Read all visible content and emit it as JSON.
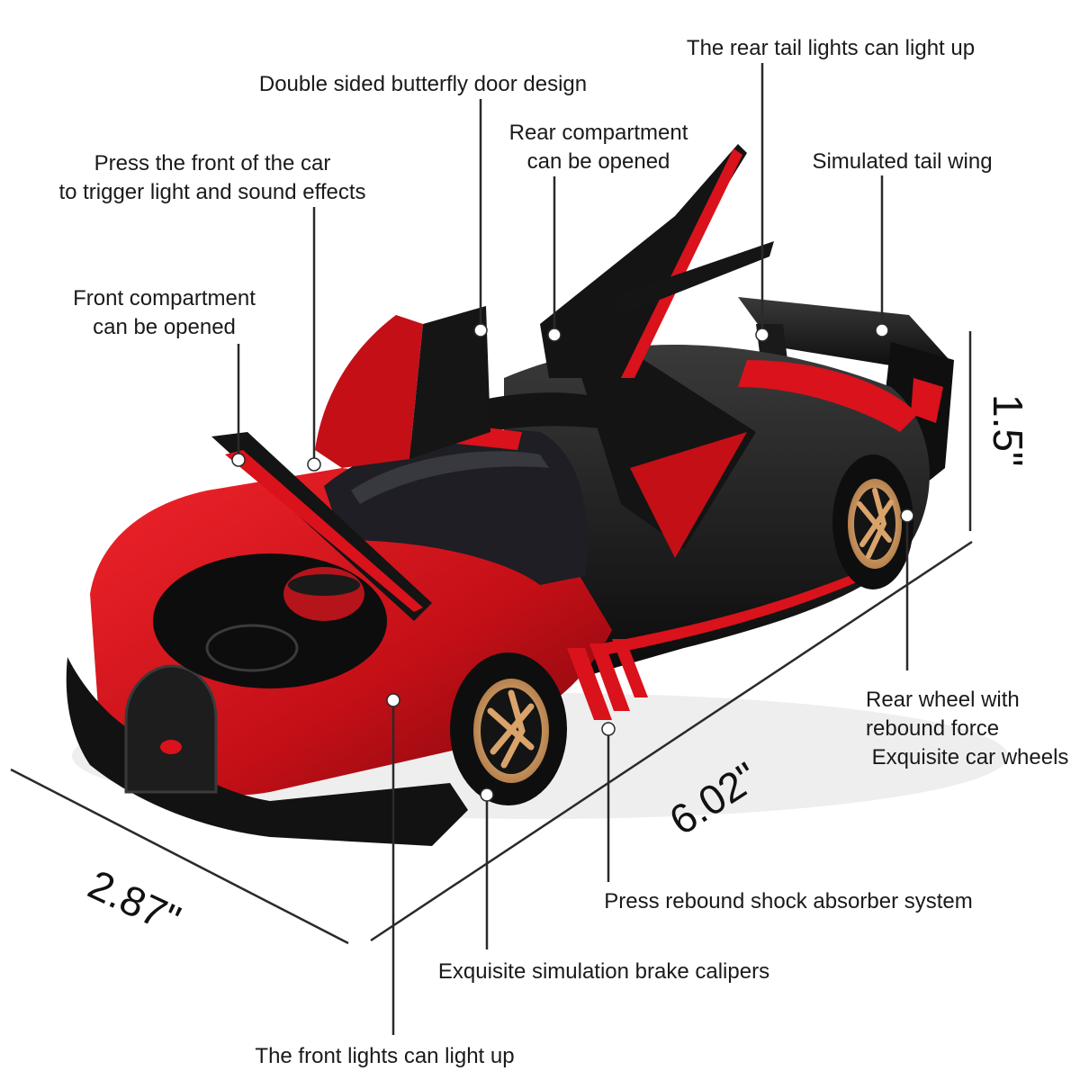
{
  "callouts": {
    "rear_tail_lights": "The rear tail lights can light up",
    "butterfly_door": "Double sided butterfly door design",
    "rear_compartment": [
      "Rear compartment",
      "can be opened"
    ],
    "tail_wing": "Simulated tail wing",
    "press_front": [
      "Press the front of the car",
      "to trigger light and sound effects"
    ],
    "front_compartment": [
      "Front compartment",
      "can be opened"
    ],
    "rear_wheel": [
      "Rear wheel with",
      "rebound force",
      " Exquisite car wheels"
    ],
    "shock_absorber": "Press rebound shock absorber system",
    "brake_calipers": "Exquisite simulation brake calipers",
    "front_lights": "The front lights can light up"
  },
  "dimensions": {
    "height": "1.5\"",
    "length": "6.02\"",
    "width": "2.87\""
  },
  "colors": {
    "body_red": "#d9121b",
    "body_black": "#151515",
    "rim_gold": "#d9a36a",
    "line": "#2a2a2a"
  }
}
